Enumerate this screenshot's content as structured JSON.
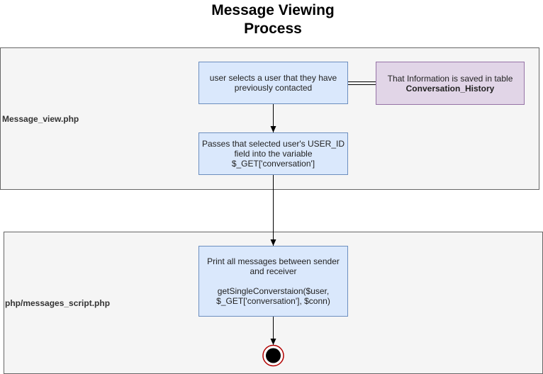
{
  "title": {
    "line1": "Message Viewing",
    "line2": "Process"
  },
  "lanes": [
    {
      "label": "Message_view.php"
    },
    {
      "label": "php/messages_script.php"
    }
  ],
  "nodes": {
    "select_user": {
      "line1": "user selects a user that they have",
      "line2": "previously contacted"
    },
    "saved_info": {
      "line1": "That Information is saved in table",
      "line2": "Conversation_History"
    },
    "pass_id": {
      "line1": "Passes that selected user's USER_ID",
      "line2": "field into the variable",
      "line3": "$_GET['conversation']"
    },
    "print_messages": {
      "line1": "Print all messages between sender",
      "line2": "and receiver",
      "line3": "getSingleConverstaion($user,",
      "line4": "$_GET['conversation'], $conn)"
    }
  },
  "colors": {
    "process_fill": "#dae8fc",
    "process_stroke": "#6c8ebf",
    "note_fill": "#e1d5e7",
    "note_stroke": "#9673a6",
    "lane_fill": "#f5f5f5",
    "end_stroke": "#b20000"
  }
}
